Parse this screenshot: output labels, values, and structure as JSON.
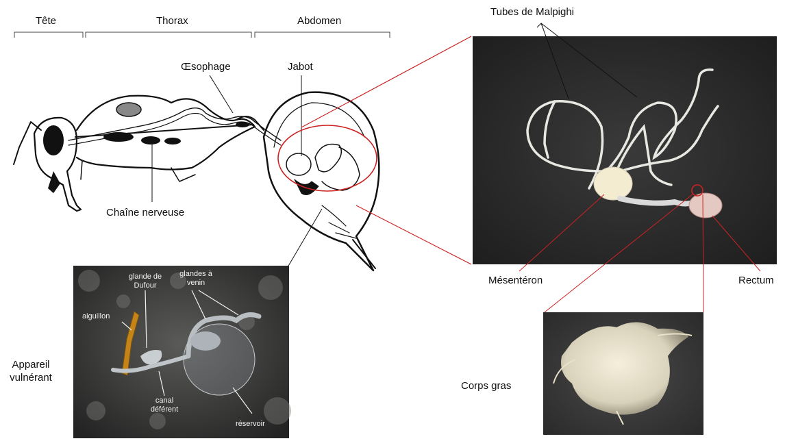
{
  "regions": {
    "head": "Tête",
    "thorax": "Thorax",
    "abdomen": "Abdomen"
  },
  "drawing_labels": {
    "oesophagus": "Œsophage",
    "crop": "Jabot",
    "nerve_chain": "Chaîne nerveuse"
  },
  "gut_photo_labels": {
    "malpighian_tubules": "Tubes de Malpighi",
    "midgut": "Mésentéron",
    "rectum": "Rectum"
  },
  "fat_body_label": "Corps gras",
  "venom_apparatus": {
    "title_line1": "Appareil",
    "title_line2": "vulnérant",
    "sting": "aiguillon",
    "dufour_line1": "glande de",
    "dufour_line2": "Dufour",
    "venom_glands_line1": "glandes à",
    "venom_glands_line2": "venin",
    "vas_line1": "canal",
    "vas_line2": "déférent",
    "reservoir": "réservoir"
  },
  "colors": {
    "zoom_lines": "#cc2222",
    "drawing_ink": "#111111",
    "photo_background": "#2b2b2b"
  }
}
